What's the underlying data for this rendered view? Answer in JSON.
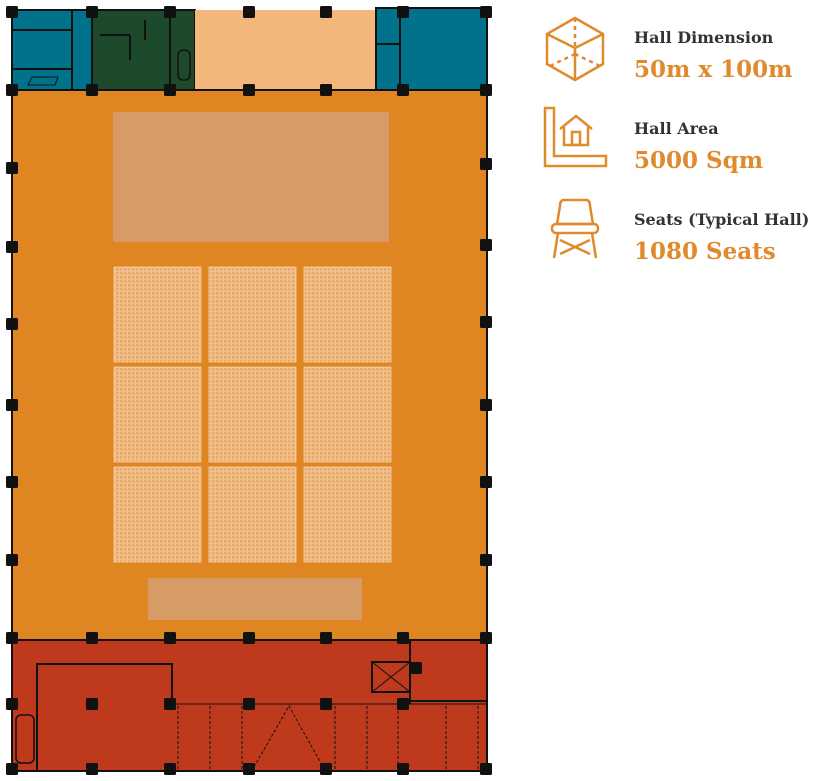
{
  "colors": {
    "hall": "#df8622",
    "stage": "#d79c66",
    "service_blue": "#00728c",
    "stairs_green": "#1e4a2c",
    "foyer": "#f3b77c",
    "lower_block": "#bf3a1c",
    "accent_text": "#e08a2e",
    "label_text": "#333333"
  },
  "stats": [
    {
      "icon": "cube-icon",
      "label": "Hall Dimension",
      "value": "50m x 100m"
    },
    {
      "icon": "area-ruler-house-icon",
      "label": "Hall Area",
      "value": "5000 Sqm"
    },
    {
      "icon": "chair-icon",
      "label": "Seats (Typical Hall)",
      "value": "1080 Seats"
    }
  ]
}
